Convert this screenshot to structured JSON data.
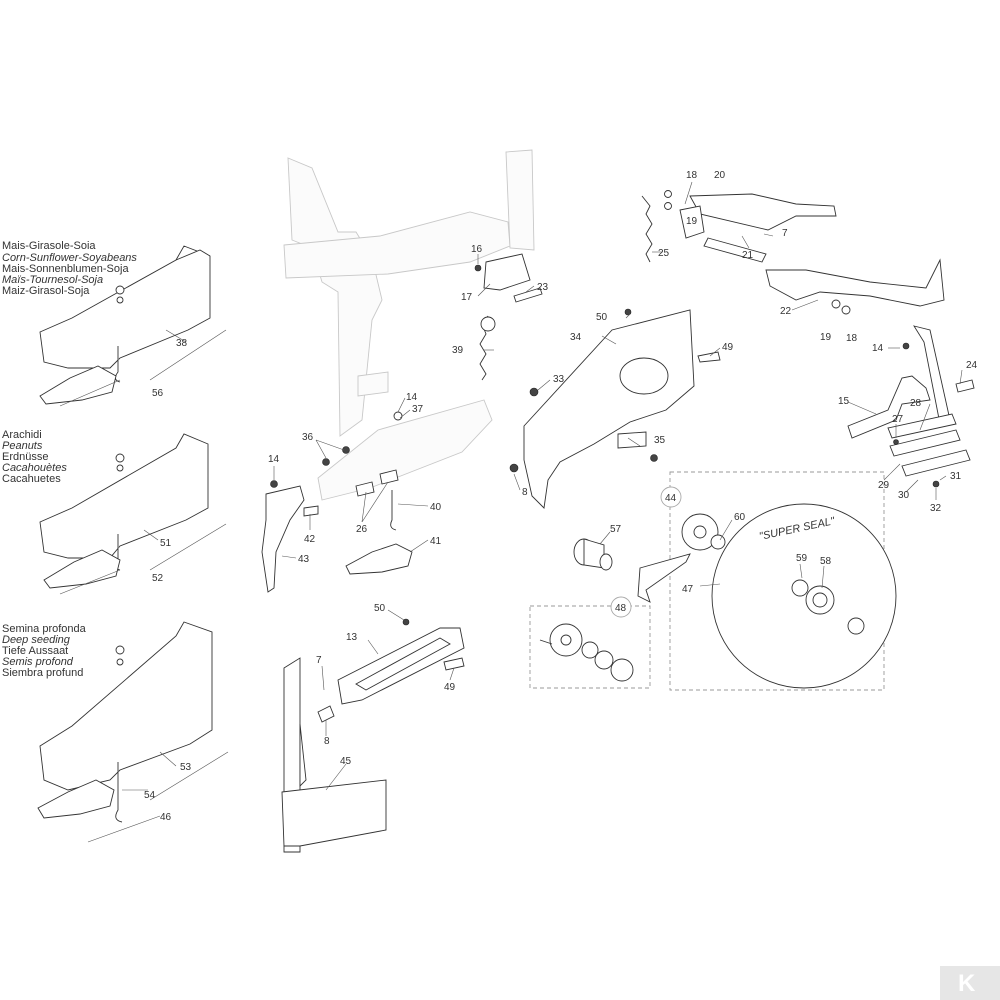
{
  "variant_labels": {
    "corn": [
      "Mais-Girasole-Soia",
      "Corn-Sunflower-Soyabeans",
      "Mais-Sonnenblumen-Soja",
      "Maïs-Tournesol-Soja",
      "Maiz-Girasol-Soja"
    ],
    "peanuts": [
      "Arachidi",
      "Peanuts",
      "Erdnüsse",
      "Cacahouètes",
      "Cacahuetes"
    ],
    "deep": [
      "Semina profonda",
      "Deep seeding",
      "Tiefe Aussaat",
      "Semis profond",
      "Siembra profund"
    ]
  },
  "disc_text": "\"SUPER SEAL\"",
  "part_numbers": {
    "n18a": "18",
    "n20": "20",
    "n19a": "19",
    "n7a": "7",
    "n21": "21",
    "n25": "25",
    "n16": "16",
    "n17": "17",
    "n23": "23",
    "n22": "22",
    "n19b": "19",
    "n18b": "18",
    "n50a": "50",
    "n34": "34",
    "n49a": "49",
    "n39": "39",
    "n33": "33",
    "n35": "35",
    "n8a": "8",
    "n14a": "14",
    "n24": "24",
    "n15": "15",
    "n27": "27",
    "n28": "28",
    "n29": "29",
    "n30": "30",
    "n31": "31",
    "n32": "32",
    "n38": "38",
    "n56": "56",
    "n14b": "14",
    "n37": "37",
    "n36": "36",
    "n14c": "14",
    "n42": "42",
    "n43": "43",
    "n40": "40",
    "n26": "26",
    "n41": "41",
    "n51": "51",
    "n52": "52",
    "n44": "44",
    "n60": "60",
    "n57": "57",
    "n47": "47",
    "n59": "59",
    "n58": "58",
    "n48": "48",
    "n50b": "50",
    "n13": "13",
    "n7b": "7",
    "n49b": "49",
    "n8b": "8",
    "n45": "45",
    "n53": "53",
    "n54": "54",
    "n46": "46"
  },
  "logo": "K"
}
